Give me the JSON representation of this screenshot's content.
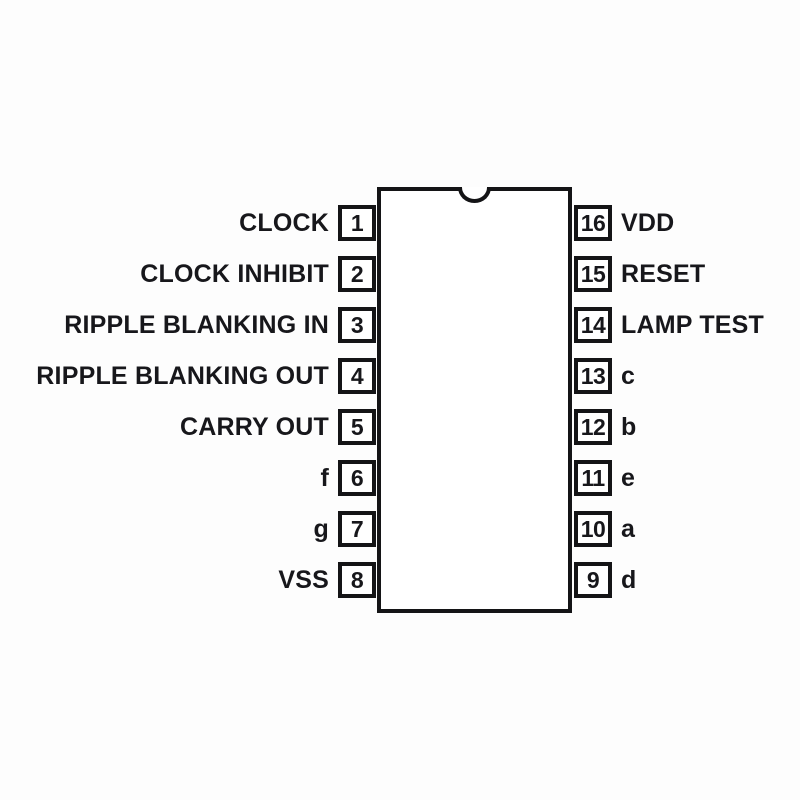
{
  "diagram": {
    "kind": "ic-pinout",
    "package": "DIP-16",
    "colors": {
      "line": "#141416",
      "text": "#17171b",
      "background": "#ffffff"
    },
    "rows": [
      {
        "left": {
          "num": "1",
          "label": "CLOCK"
        },
        "right": {
          "num": "16",
          "label": "VDD"
        }
      },
      {
        "left": {
          "num": "2",
          "label": "CLOCK INHIBIT"
        },
        "right": {
          "num": "15",
          "label": "RESET"
        }
      },
      {
        "left": {
          "num": "3",
          "label": "RIPPLE BLANKING IN"
        },
        "right": {
          "num": "14",
          "label": "LAMP TEST"
        }
      },
      {
        "left": {
          "num": "4",
          "label": "RIPPLE BLANKING OUT"
        },
        "right": {
          "num": "13",
          "label": "c"
        }
      },
      {
        "left": {
          "num": "5",
          "label": "CARRY OUT"
        },
        "right": {
          "num": "12",
          "label": "b"
        }
      },
      {
        "left": {
          "num": "6",
          "label": "f"
        },
        "right": {
          "num": "11",
          "label": "e"
        }
      },
      {
        "left": {
          "num": "7",
          "label": "g"
        },
        "right": {
          "num": "10",
          "label": "a"
        }
      },
      {
        "left": {
          "num": "8",
          "label": "VSS"
        },
        "right": {
          "num": "9",
          "label": "d"
        }
      }
    ]
  }
}
